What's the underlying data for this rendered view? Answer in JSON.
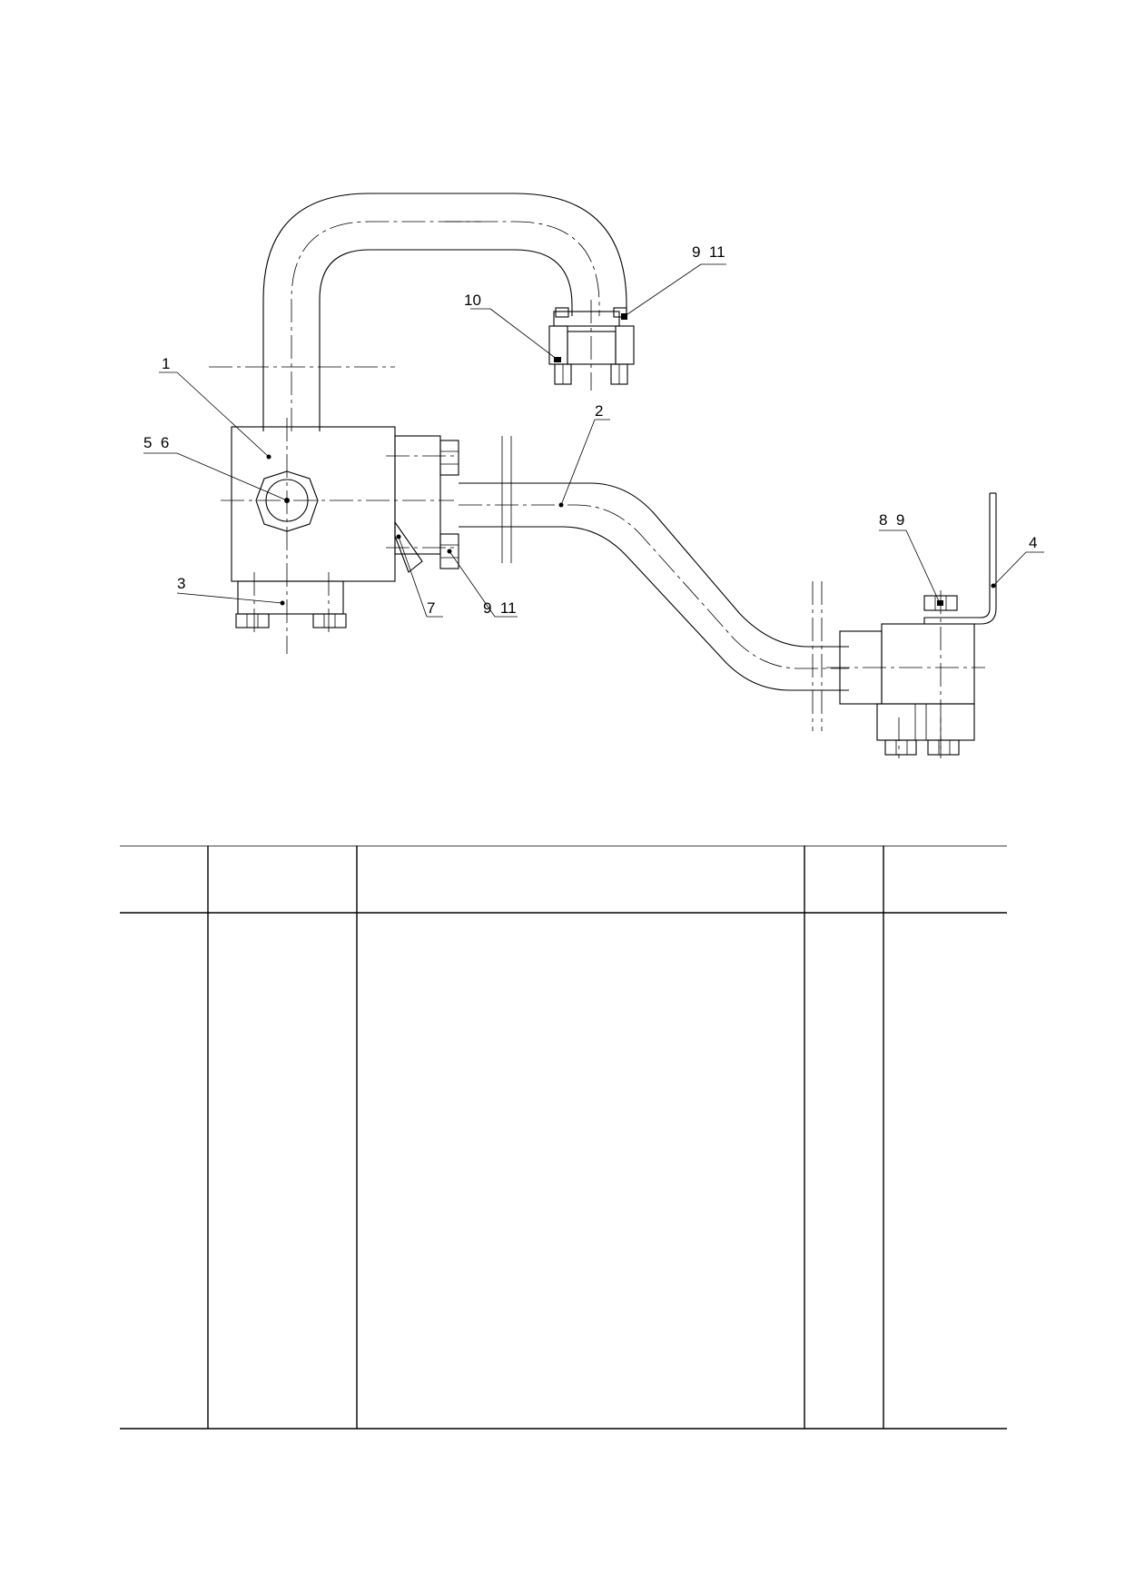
{
  "callouts": {
    "c1": "1",
    "c2": "2",
    "c3": "3",
    "c4": "4",
    "c5_6": "5  6",
    "c7": "7",
    "c8_9": "8  9",
    "c9_11_top": "9  11",
    "c9_11_mid": "9  11",
    "c10": "10"
  },
  "parts_table": {
    "columns": [
      "",
      "",
      "",
      "",
      ""
    ],
    "rows": []
  }
}
